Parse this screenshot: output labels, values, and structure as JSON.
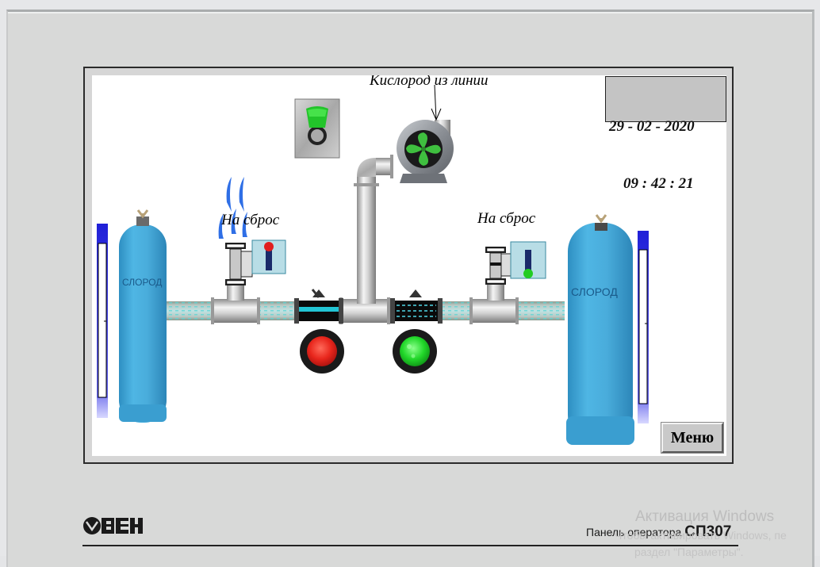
{
  "device": {
    "brand_logo": "ОВЕН",
    "model_prefix": "Панель оператора",
    "model": "СП307"
  },
  "screen": {
    "datetime": {
      "date": "29 - 02 - 2020",
      "time": "09 : 42 : 21"
    },
    "labels": {
      "oxygen_from_line": "Кислород из линии",
      "left_discharge": "На сброс",
      "right_discharge": "На сброс",
      "cylinder_text": "СЛОРОД"
    },
    "menu_button": "Меню",
    "toggle_switch": {
      "state": "on",
      "color": "#22c02a"
    },
    "indicators": [
      {
        "name": "left-valve-indicator",
        "state": "red",
        "color": "#e0261e"
      },
      {
        "name": "right-valve-indicator",
        "state": "green",
        "color": "#22d12a"
      }
    ],
    "discharge_valves": [
      {
        "side": "left",
        "state": "open",
        "indicator_color": "#e01e1e",
        "venting": true
      },
      {
        "side": "right",
        "state": "closed",
        "indicator_color": "#22cc22",
        "venting": false
      }
    ],
    "line_valves": [
      {
        "side": "left",
        "state": "flowing-solid"
      },
      {
        "side": "right",
        "state": "flowing-dashed"
      }
    ],
    "level_gauges": [
      {
        "side": "left",
        "fill_fraction": 0.0
      },
      {
        "side": "right",
        "fill_fraction": 0.0
      }
    ],
    "colors": {
      "cylinder": "#3fa8d8",
      "pipe_fluid": "#6fd8d8",
      "fan_blade": "#3fbf3f",
      "gauge_frame": "#3333dd"
    }
  },
  "os_overlay": {
    "activation_title": "Активация Windows",
    "activation_line1": "Чтобы активировать Windows, пе",
    "activation_line2": "раздел \"Параметры\"."
  }
}
